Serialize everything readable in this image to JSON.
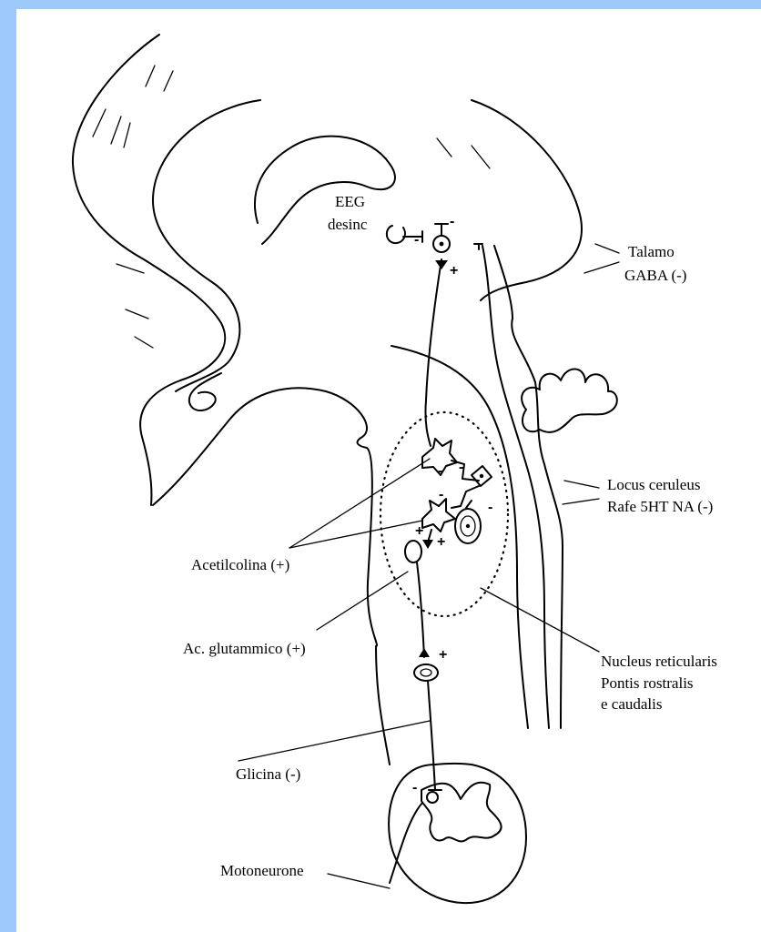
{
  "colors": {
    "frame": "#9ec9fb",
    "background": "#ffffff",
    "ink": "#000000"
  },
  "labels": {
    "eeg_line1": "EEG",
    "eeg_line2": "desinc",
    "talamo": "Talamo",
    "gaba": "GABA (-)",
    "locus": "Locus ceruleus",
    "rafe": "Rafe  5HT  NA (-)",
    "acetilcolina": "Acetilcolina (+)",
    "glutammico": "Ac. glutammico (+)",
    "nucleus_line1": "Nucleus reticularis",
    "nucleus_line2": "Pontis rostralis",
    "nucleus_line3": "e caudalis",
    "glicina": "Glicina (-)",
    "motoneurone": "Motoneurone"
  },
  "signs": {
    "thal_minus_a": "-",
    "thal_minus_b": "-",
    "thal_plus": "+",
    "ach_minus_top": "-",
    "ach_minus_right": "-",
    "ach_minus_mid": "-",
    "raphe_minus": "-",
    "ach_plus_a": "+",
    "ach_plus_b": "+",
    "glut_plus": "+",
    "moto_minus": "-"
  }
}
